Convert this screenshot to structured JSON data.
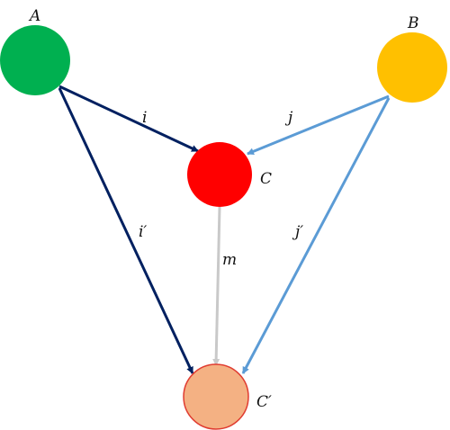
{
  "nodes": {
    "a": {
      "label": "A",
      "color": "#00B050"
    },
    "b": {
      "label": "B",
      "color": "#FFC000"
    },
    "c": {
      "label": "C",
      "color": "#FF0000"
    },
    "c_prime": {
      "label": "C′",
      "color": "#F4B183",
      "stroke": "#E03C31"
    }
  },
  "edges": {
    "i": {
      "label": "i",
      "color": "#002060"
    },
    "i_prime": {
      "label": "i′",
      "color": "#002060"
    },
    "j": {
      "label": "j",
      "color": "#5B9BD5"
    },
    "j_prime": {
      "label": "j′",
      "color": "#5B9BD5"
    },
    "m": {
      "label": "m",
      "color": "#C9C9C9"
    }
  }
}
